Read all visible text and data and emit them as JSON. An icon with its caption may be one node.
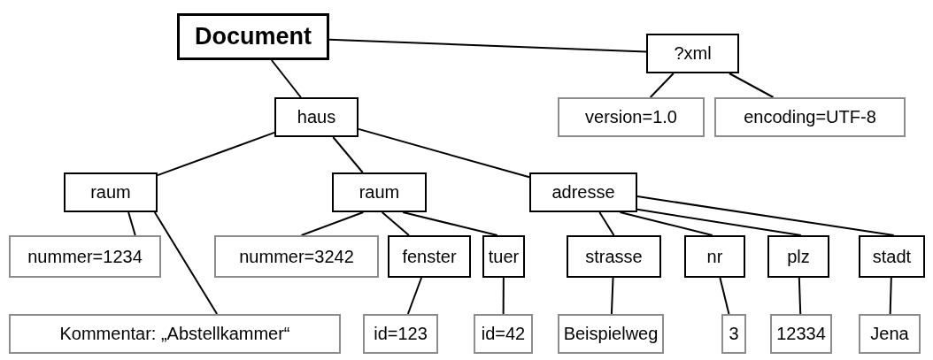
{
  "diagram": {
    "nodes": [
      {
        "text": [
          "Document"
        ]
      },
      {
        "text": [
          "?xml"
        ]
      },
      {
        "text": [
          "version=1.0"
        ]
      },
      {
        "text": [
          "encoding=UTF-8"
        ]
      },
      {
        "text": [
          "haus"
        ]
      },
      {
        "text": [
          "raum"
        ]
      },
      {
        "text": [
          "raum"
        ]
      },
      {
        "text": [
          "adresse"
        ]
      },
      {
        "text": [
          "nummer=1234"
        ]
      },
      {
        "text": [
          "nummer=3242"
        ]
      },
      {
        "text": [
          "fenster"
        ]
      },
      {
        "text": [
          "tuer"
        ]
      },
      {
        "text": [
          "strasse"
        ]
      },
      {
        "text": [
          "nr"
        ]
      },
      {
        "text": [
          "plz"
        ]
      },
      {
        "text": [
          "stadt"
        ]
      },
      {
        "text": [
          "Kommentar: „Abstellkammer“"
        ]
      },
      {
        "text": [
          "id=123"
        ]
      },
      {
        "text": [
          "id=42"
        ]
      },
      {
        "text": [
          "Beispielweg"
        ]
      },
      {
        "text": [
          "3"
        ]
      },
      {
        "text": [
          "12334"
        ]
      },
      {
        "text": [
          "Jena"
        ]
      }
    ],
    "edges": [
      {
        "from": 0,
        "to": 1,
        "arrow": "none"
      },
      {
        "from": 0,
        "to": 4,
        "arrow": "none"
      },
      {
        "from": 1,
        "to": 2,
        "arrow": "none"
      },
      {
        "from": 1,
        "to": 3,
        "arrow": "none"
      },
      {
        "from": 4,
        "to": 5,
        "arrow": "none"
      },
      {
        "from": 4,
        "to": 6,
        "arrow": "none"
      },
      {
        "from": 4,
        "to": 7,
        "arrow": "none"
      },
      {
        "from": 5,
        "to": 8,
        "arrow": "none"
      },
      {
        "from": 5,
        "to": 16,
        "arrow": "none"
      },
      {
        "from": 6,
        "to": 9,
        "arrow": "none"
      },
      {
        "from": 6,
        "to": 10,
        "arrow": "none"
      },
      {
        "from": 6,
        "to": 11,
        "arrow": "none"
      },
      {
        "from": 7,
        "to": 12,
        "arrow": "none"
      },
      {
        "from": 7,
        "to": 13,
        "arrow": "none"
      },
      {
        "from": 7,
        "to": 14,
        "arrow": "none"
      },
      {
        "from": 7,
        "to": 15,
        "arrow": "none"
      },
      {
        "from": 10,
        "to": 17,
        "arrow": "none"
      },
      {
        "from": 11,
        "to": 18,
        "arrow": "none"
      },
      {
        "from": 12,
        "to": 19,
        "arrow": "none"
      },
      {
        "from": 13,
        "to": 20,
        "arrow": "none"
      },
      {
        "from": 14,
        "to": 21,
        "arrow": "none"
      },
      {
        "from": 15,
        "to": 22,
        "arrow": "none"
      }
    ]
  }
}
